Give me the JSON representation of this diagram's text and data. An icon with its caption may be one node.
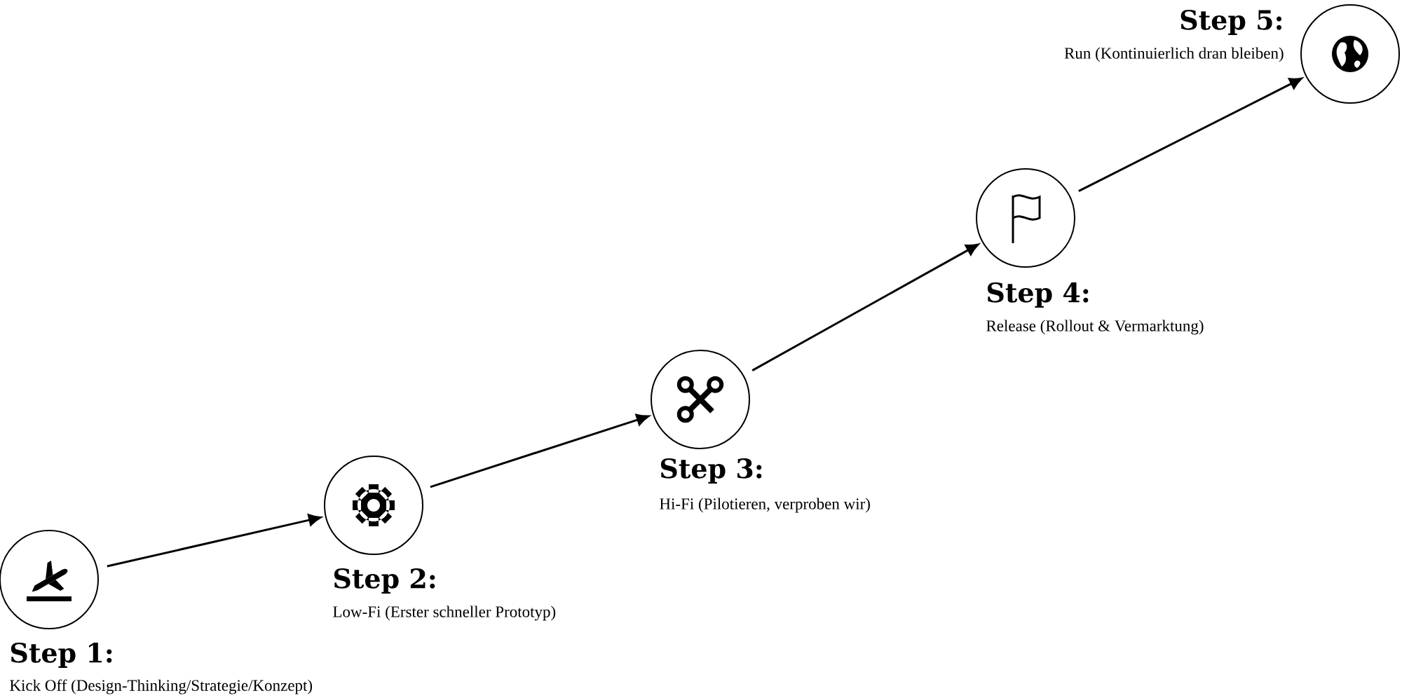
{
  "diagram": {
    "nodes": [
      {
        "text": [
          "Step 1:",
          "Kick Off (Design-Thinking/Strategie/Konzept)"
        ]
      },
      {
        "text": [
          "Step 2:",
          "Low-Fi (Erster schneller Prototyp)"
        ]
      },
      {
        "text": [
          "Step 3:",
          "Hi-Fi (Pilotieren, verproben wir)"
        ]
      },
      {
        "text": [
          "Step 4:",
          "Release (Rollout & Vermarktung)"
        ]
      },
      {
        "text": [
          "Step 5:",
          "Run (Kontinuierlich dran bleiben)"
        ]
      }
    ],
    "edges": [
      {
        "from": 0,
        "to": 1,
        "arrow": "to"
      },
      {
        "from": 1,
        "to": 2,
        "arrow": "to"
      },
      {
        "from": 2,
        "to": 3,
        "arrow": "to"
      },
      {
        "from": 3,
        "to": 4,
        "arrow": "to"
      }
    ]
  }
}
